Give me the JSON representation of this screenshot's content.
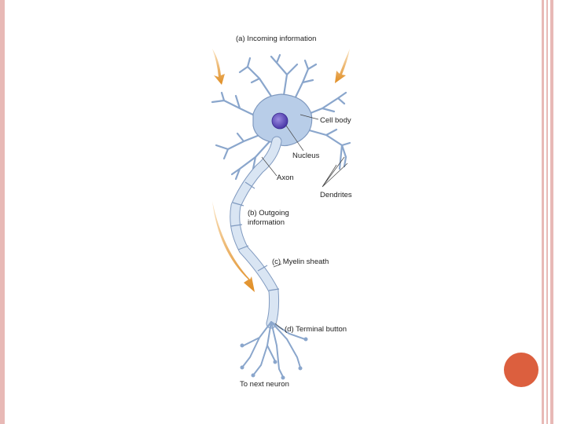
{
  "colors": {
    "slide_border": "#e8b9b6",
    "accent_dot": "#dc5f3e",
    "neuron_fill": "#b8cde8",
    "neuron_stroke": "#7f99bf",
    "nucleus": "#5a46b8",
    "arrow": "#e39a2e"
  },
  "labels": {
    "incoming": "(a) Incoming information",
    "cell_body": "Cell body",
    "nucleus": "Nucleus",
    "axon": "Axon",
    "dendrites": "Dendrites",
    "outgoing_line1": "(b) Outgoing",
    "outgoing_line2": "information",
    "myelin": "(c) Myelin sheath",
    "terminal": "(d) Terminal button",
    "next_neuron": "To next neuron"
  }
}
